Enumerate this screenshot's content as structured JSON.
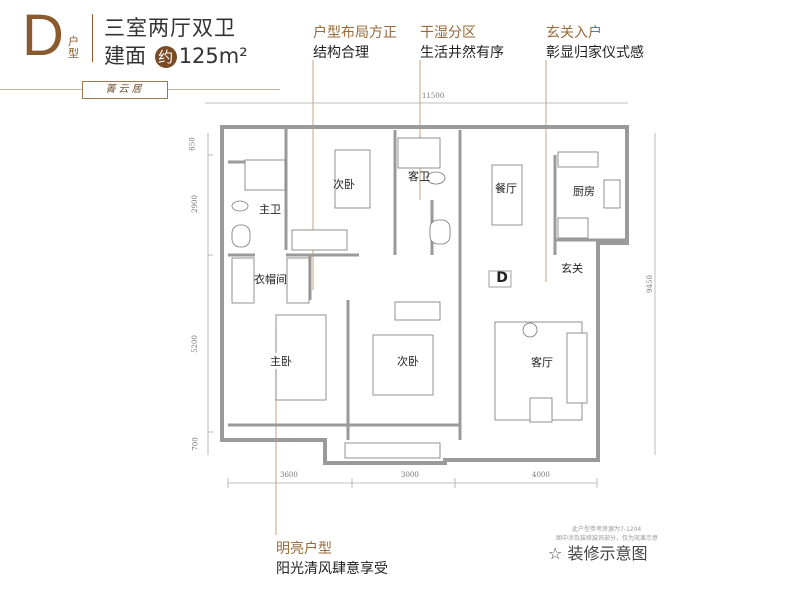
{
  "header": {
    "unit_letter": "D",
    "unit_suffix": "户型",
    "layout": "三室两厅双卫",
    "area_prefix": "建面",
    "area_approx": "约",
    "area_value": "125m²",
    "stamp": "菁云居"
  },
  "callouts": [
    {
      "title": "户型布局方正",
      "subtitle": "结构合理"
    },
    {
      "title": "干湿分区",
      "subtitle": "生活井然有序"
    },
    {
      "title": "玄关入户",
      "subtitle": "彰显归家仪式感"
    },
    {
      "title": "明亮户型",
      "subtitle": "阳光清风肆意享受"
    }
  ],
  "plan": {
    "unit_tag": "D",
    "rooms": {
      "second_bedroom_1": "次卧",
      "guest_bath": "客卫",
      "dining": "餐厅",
      "kitchen": "厨房",
      "master_bath": "主卫",
      "walk_in_closet": "衣帽间",
      "master_bedroom": "主卧",
      "second_bedroom_2": "次卧",
      "living": "客厅",
      "entrance": "玄关"
    },
    "dimensions": {
      "top_total": "11500",
      "right_total": "9450",
      "left": [
        "650",
        "2900",
        "5200",
        "700"
      ],
      "bottom": [
        "3600",
        "3000",
        "4000"
      ]
    }
  },
  "footer": {
    "note_1": "此户型参考房源为7-1204",
    "note_2": "图中涉及装修装饰部分，仅为效果示意",
    "legend_icon": "star-outline-icon",
    "legend_label": "装修示意图"
  },
  "colors": {
    "accent": "#8a5a2e",
    "callout_line": "#c8a27a",
    "wall": "#9a9a9a"
  }
}
